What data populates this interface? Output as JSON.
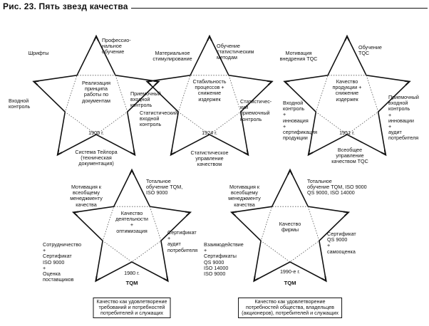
{
  "title": "Рис. 23. Пять звезд качества",
  "stars": [
    {
      "center": "Реализация\nпринципа\nработы по\nдокументам",
      "year": "1905 г.",
      "top_left": "Шрифты",
      "top_right": "Профессио-\nнальное\nобучение",
      "left": "Входной\nконтроль",
      "right": "Приемочный\nвходной\nконтроль",
      "bottom": "Система Тейлора\n(техническая\nдокументация)"
    },
    {
      "center": "Стабильность\nпроцессов +\nснижение\nиздержек",
      "year": "1924 г.",
      "top_left": "Материальное\nстимулирование",
      "top_right": "Обучение\nстатистическим\nметодам",
      "left": "Статистический\nвходной\nконтроль",
      "right": "Статистичес-\nкий\nприемочный\nконтроль",
      "bottom": "Статистическое\nуправление\nкачеством"
    },
    {
      "center": "Качество\nпродукции +\nснижение\nиздержек",
      "year": "1951 г.",
      "top_left": "Мотивация\nвнедрения TQC",
      "top_right": "Обучение\nTQC",
      "left": "Входной\nконтроль\n+\nинновация\n+\nсертификация\nпродукции",
      "right": "Приемочный\nвходной\nконтроль\n+\nинновации\n+\nаудит\nпотребителя",
      "bottom": "Всеобщее\nуправление\nкачеством TQC"
    },
    {
      "center": "Качество\nдеятельности\n+\nоптимизация",
      "year": "1980 г.",
      "top_left": "Мотивация к\nвсеобщему\nменеджменту\nкачества",
      "top_right": "Тотальное\nобучение TQM,\nISO 9000",
      "left": "Сотрудничество\n+\nСертификат\nISO 9000\n+\nОценка\nпоставщиков",
      "right": "Сертификат\n+\nаудит\nпотребителя",
      "bottom": "TQM",
      "caption": "Качество как удовлетворение\nтребований и потребностей\nпотребителей и служащих"
    },
    {
      "center": "Качество\nфирмы",
      "year": "1990-е г.",
      "top_left": "Мотивация к\nвсеобщему\nменеджменту\nкачества",
      "top_right": "Тотальное\nобучение TQM, ISO 9000\nQS 9000, ISO 14000",
      "left": "Взаимодействие\n+\nСертификаты\nQS 9000\nISO 14000\nISO 9000",
      "right": "Сертификат\nQS 9000\n+\nсамооценка",
      "bottom": "TQM",
      "caption": "Качество как удовлетворение\nпотребностей общества, владельцев\n(акционеров), потребителей и служащих"
    }
  ]
}
